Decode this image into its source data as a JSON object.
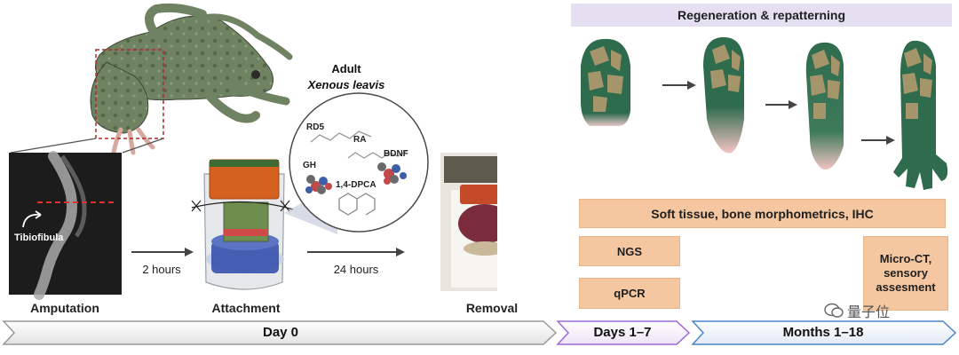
{
  "stages": {
    "amputation": "Amputation",
    "attachment": "Attachment",
    "removal": "Removal"
  },
  "steps": {
    "first": "2  hours",
    "second": "24 hours"
  },
  "xray_label": "Tibiofibula",
  "frog": {
    "line1": "Adult",
    "line2": "Xenous leavis"
  },
  "molecules": {
    "rd5": "RD5",
    "ra": "RA",
    "gh": "GH",
    "bdnf": "BDNF",
    "dpca": "1,4-DPCA"
  },
  "regeneration_title": "Regeneration & repatterning",
  "assays": {
    "soft_tissue": "Soft tissue, bone morphometrics, IHC",
    "ngs": "NGS",
    "qpcr": "qPCR",
    "microct": [
      "Micro-CT,",
      "sensory",
      "assesment"
    ]
  },
  "timeline": {
    "day0": "Day 0",
    "days": "Days 1–7",
    "months": "Months 1–18"
  },
  "watermark": "量子位",
  "colors": {
    "tissue": "#2f6b4d",
    "bone": "#a4956a",
    "pink": "#f2c4c4",
    "salmon": "#f4c7a0",
    "lavender": "#e4e0f1",
    "orange_cap": "#d4611f"
  }
}
